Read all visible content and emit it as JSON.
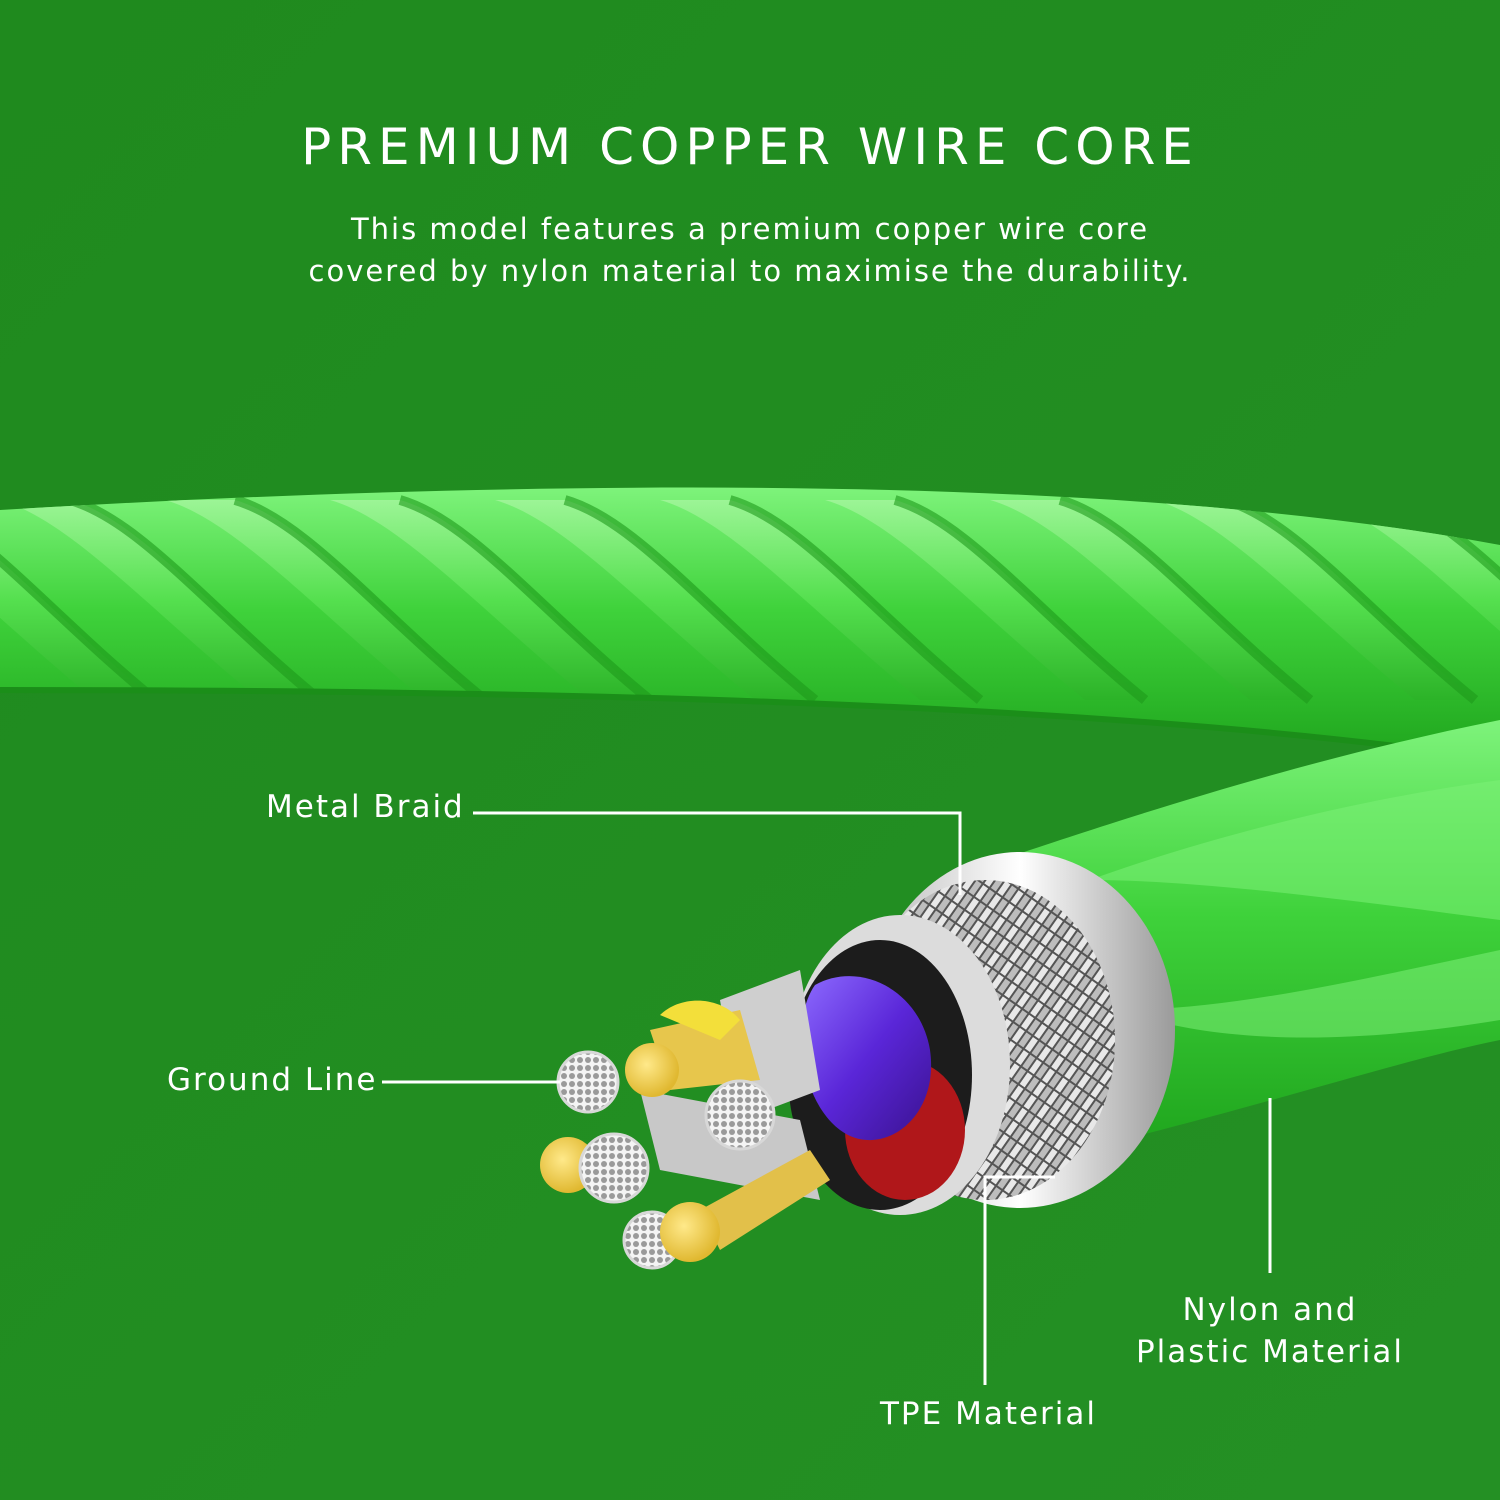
{
  "heading": {
    "title": "PREMIUM COPPER WIRE CORE",
    "description_lines": [
      "This model features a premium copper wire core",
      "covered by nylon material to maximise the durability."
    ]
  },
  "callouts": {
    "metal_braid": "Metal Braid",
    "ground_line": "Ground Line",
    "nylon_lines": [
      "Nylon and",
      "Plastic Material"
    ],
    "tpe": "TPE Material"
  },
  "colors": {
    "background": "#238a22",
    "cable_green": "#3ed13a",
    "cable_highlight": "#8cf08a",
    "insulation_purple": "#5b2bd6",
    "copper_gold": "#f2d35a",
    "silver": "#dcdcdc"
  }
}
